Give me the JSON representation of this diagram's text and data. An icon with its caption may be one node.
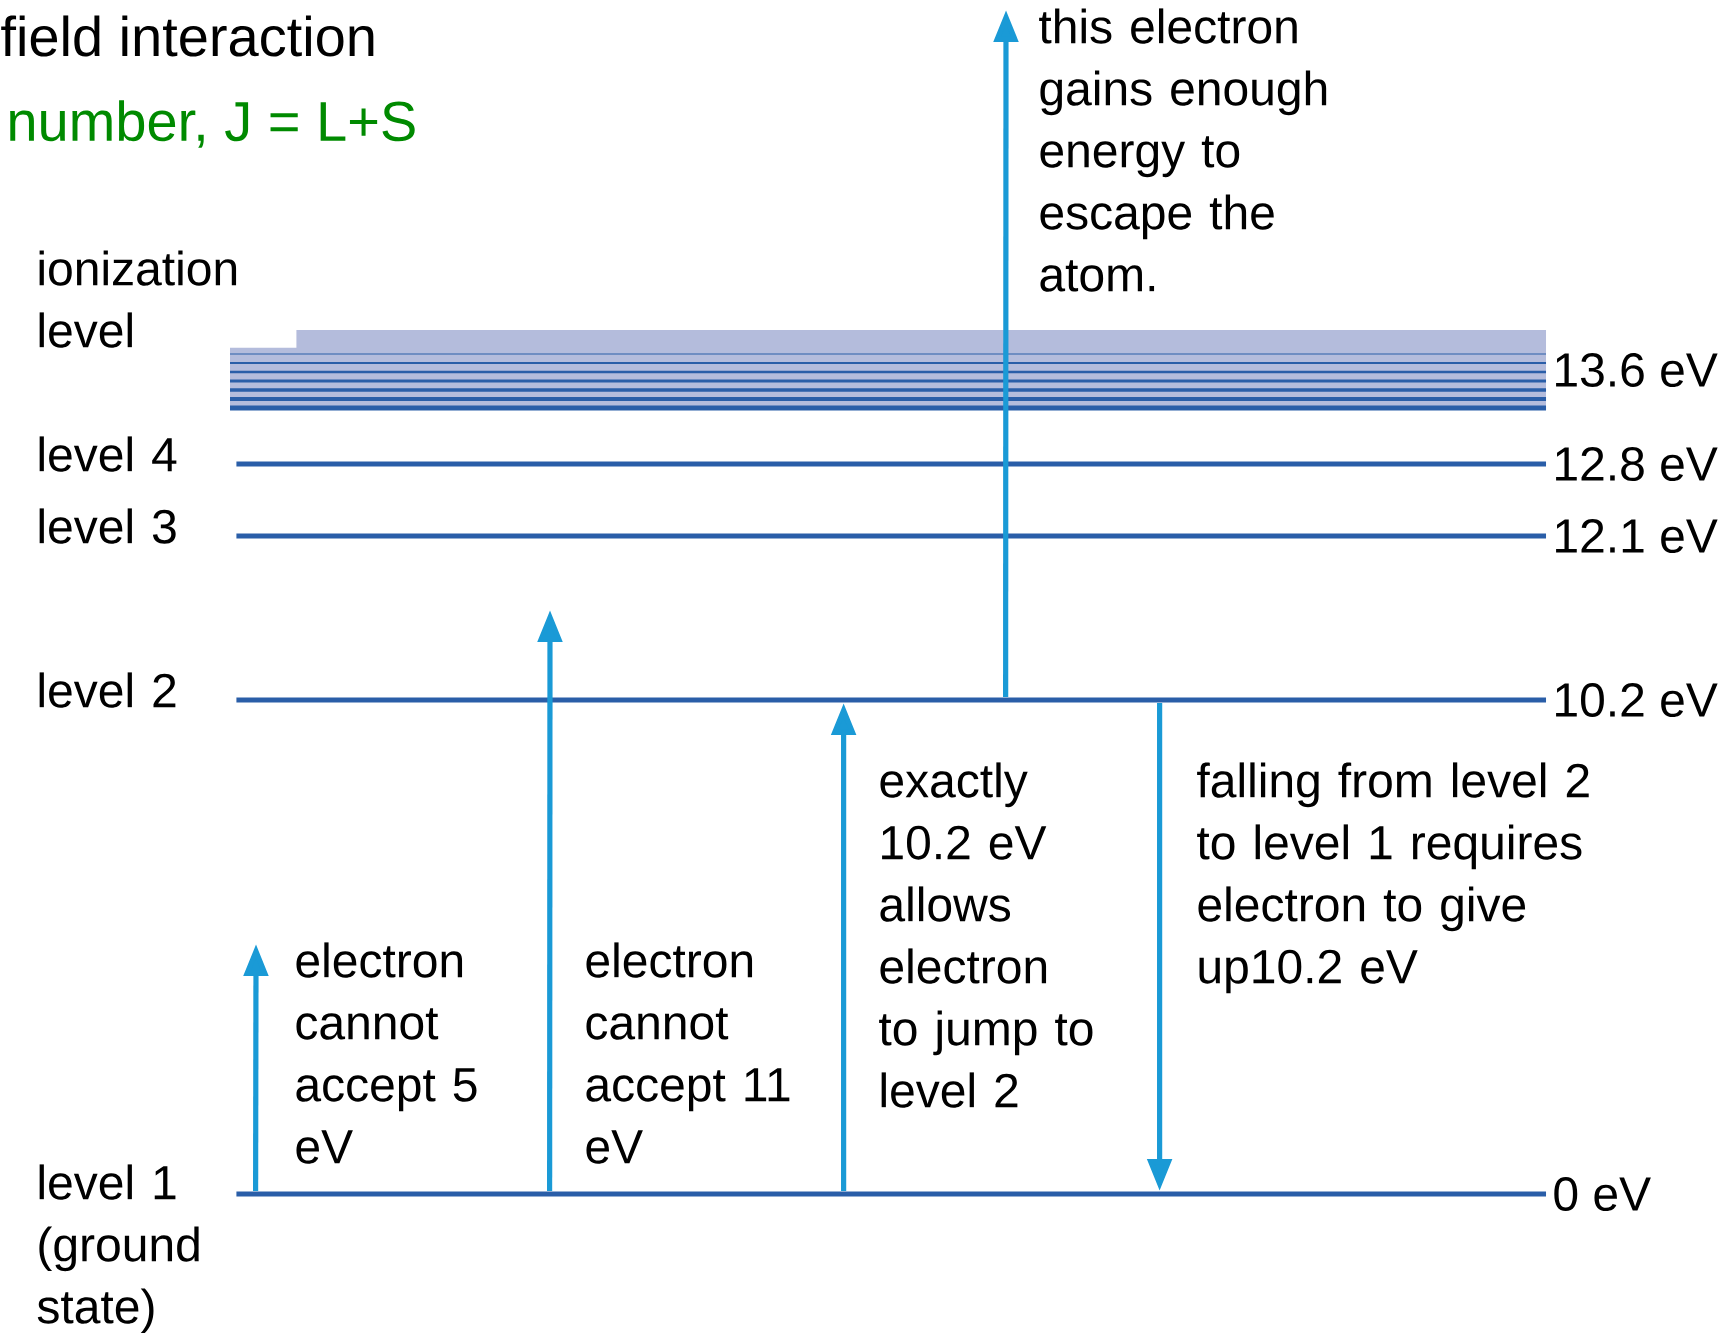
{
  "diagram": {
    "nodes": [
      {
        "text": [
          "ionization level",
          "13.6 eV"
        ]
      },
      {
        "text": [
          "level 4",
          "12.8 eV"
        ]
      },
      {
        "text": [
          "level 3",
          "12.1 eV"
        ]
      },
      {
        "text": [
          "level 2",
          "10.2 eV"
        ]
      },
      {
        "text": [
          "level 1 (ground state)",
          "0 eV"
        ]
      }
    ],
    "edges": [
      {
        "from": 4,
        "to": null,
        "arrow": "to",
        "label": "electron cannot accept 5 eV"
      },
      {
        "from": 4,
        "to": null,
        "arrow": "to",
        "label": "electron cannot accept 11 eV"
      },
      {
        "from": 4,
        "to": 3,
        "arrow": "to",
        "label": "exactly 10.2 eV allows electron to jump to level 2"
      },
      {
        "from": 3,
        "to": null,
        "arrow": "to",
        "label": "this electron gains enough energy to escape the atom."
      },
      {
        "from": 3,
        "to": 4,
        "arrow": "to",
        "label": "falling from level 2 to level 1 requires electron to give up10.2 eV"
      }
    ],
    "labels": [
      "field interaction",
      "number, J = L+S"
    ]
  }
}
